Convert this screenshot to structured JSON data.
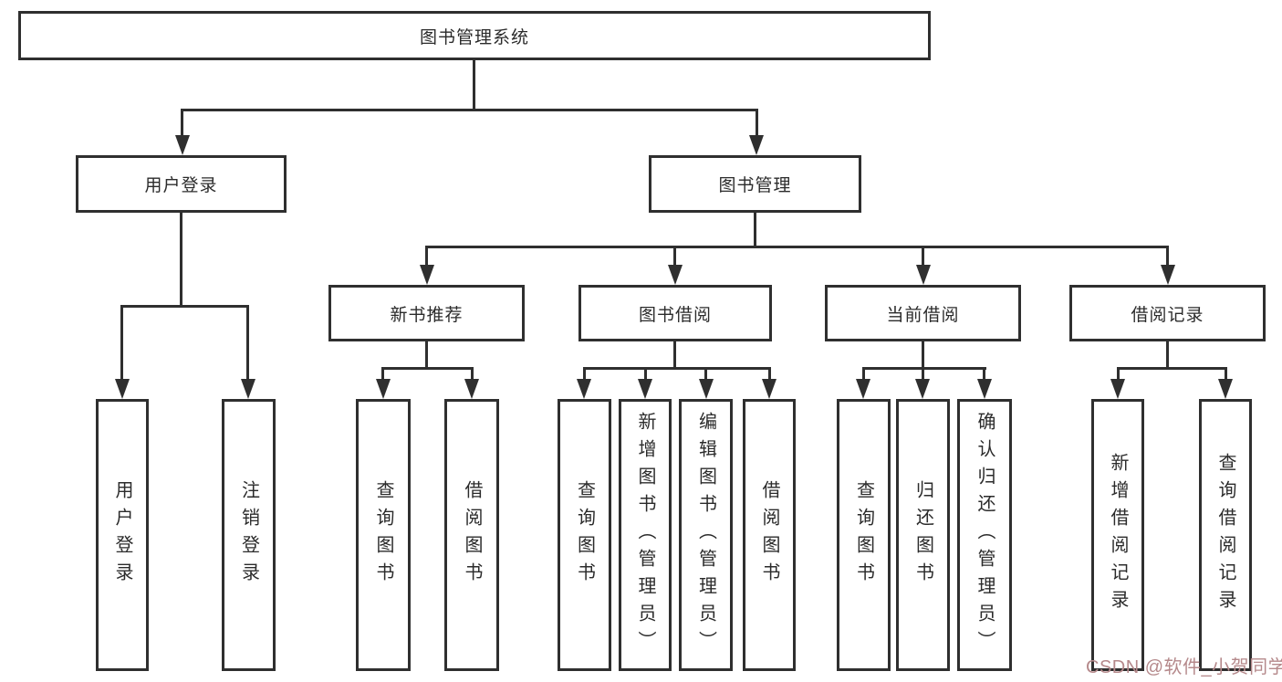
{
  "diagram": {
    "root": {
      "label": "图书管理系统"
    },
    "branches": [
      {
        "label": "用户登录",
        "leaves": [
          {
            "label": "用户登录"
          },
          {
            "label": "注销登录"
          }
        ]
      },
      {
        "label": "图书管理",
        "groups": [
          {
            "label": "新书推荐",
            "leaves": [
              {
                "label": "查询图书"
              },
              {
                "label": "借阅图书"
              }
            ]
          },
          {
            "label": "图书借阅",
            "leaves": [
              {
                "label": "查询图书"
              },
              {
                "label": "新增图书（管理员）"
              },
              {
                "label": "编辑图书（管理员）"
              },
              {
                "label": "借阅图书"
              }
            ]
          },
          {
            "label": "当前借阅",
            "leaves": [
              {
                "label": "查询图书"
              },
              {
                "label": "归还图书"
              },
              {
                "label": "确认归还（管理员）"
              }
            ]
          },
          {
            "label": "借阅记录",
            "leaves": [
              {
                "label": "新增借阅记录"
              },
              {
                "label": "查询借阅记录"
              }
            ]
          }
        ]
      }
    ]
  },
  "watermark": {
    "text": "CSDN @软件_小贺同学",
    "color": "#b5898b"
  },
  "colors": {
    "line": "#2f2f2f",
    "text": "#2b2b2b",
    "box_background": "#ffffff",
    "page_background": "#ffffff"
  }
}
